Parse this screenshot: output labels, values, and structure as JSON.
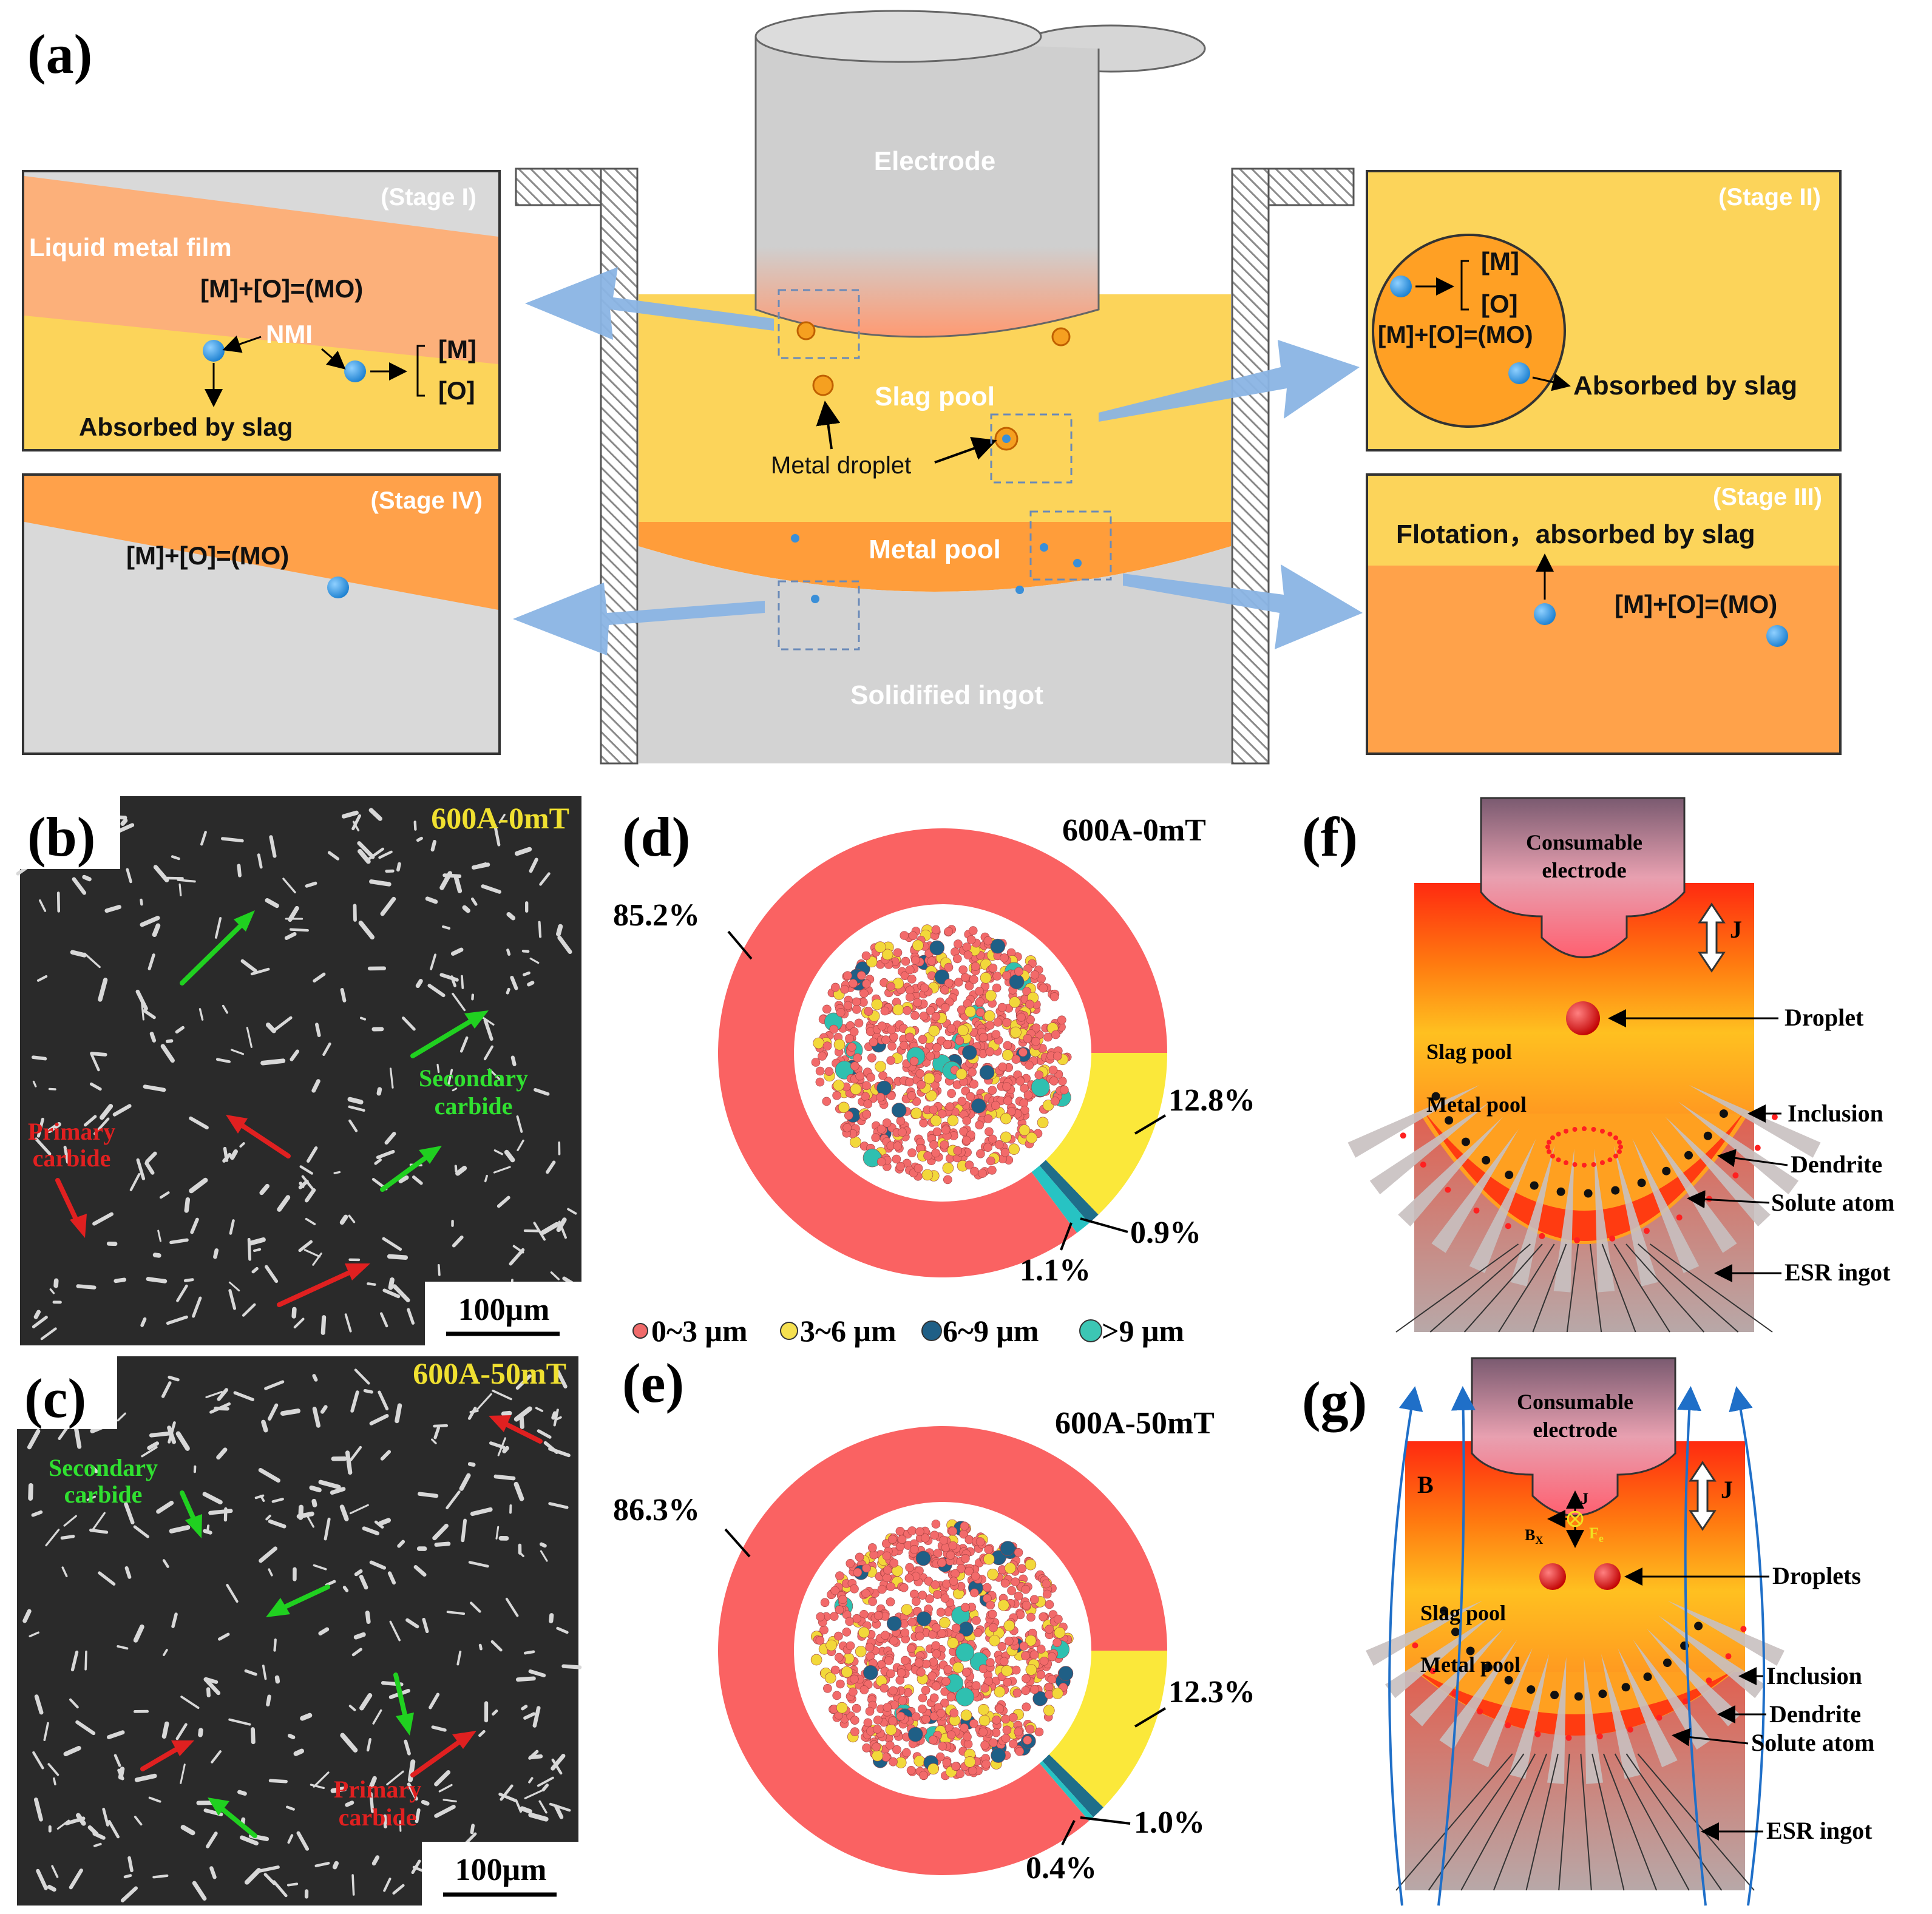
{
  "panel_labels": {
    "a": "(a)",
    "b": "(b)",
    "c": "(c)",
    "d": "(d)",
    "e": "(e)",
    "f": "(f)",
    "g": "(g)"
  },
  "panel_a": {
    "electrode": "Electrode",
    "slag_pool": "Slag pool",
    "metal_pool": "Metal pool",
    "solidified_ingot": "Solidified ingot",
    "metal_droplet": "Metal droplet",
    "stage1": {
      "title": "(Stage I)",
      "film": "Liquid metal film",
      "reaction": "[M]+[O]=(MO)",
      "nmi": "NMI",
      "m": "[M]",
      "o": "[O]",
      "absorbed": "Absorbed by slag"
    },
    "stage2": {
      "title": "(Stage II)",
      "m": "[M]",
      "o": "[O]",
      "reaction": "[M]+[O]=(MO)",
      "absorbed": "Absorbed by slag"
    },
    "stage3": {
      "title": "(Stage III)",
      "flotation": "Flotation，absorbed by slag",
      "reaction": "[M]+[O]=(MO)"
    },
    "stage4": {
      "title": "(Stage IV)",
      "reaction": "[M]+[O]=(MO)"
    }
  },
  "panel_b": {
    "condition": "600A-0mT",
    "secondary": [
      "Secondary",
      "carbide"
    ],
    "primary": [
      "Primary",
      "carbide"
    ],
    "scale": "100μm"
  },
  "panel_c": {
    "condition": "600A-50mT",
    "secondary": [
      "Secondary",
      "carbide"
    ],
    "primary": [
      "Primary",
      "carbide"
    ],
    "scale": "100μm"
  },
  "legend": [
    {
      "label": "0~3 μm",
      "color": "#f06a6a"
    },
    {
      "label": "3~6 μm",
      "color": "#f5e050"
    },
    {
      "label": "6~9 μm",
      "color": "#1f5f86"
    },
    {
      "label": ">9 μm",
      "color": "#3cc6b4"
    }
  ],
  "chart_data": [
    {
      "type": "pie",
      "title": "600A-0mT",
      "categories": [
        "0~3 μm",
        "3~6 μm",
        "6~9 μm",
        ">9 μm"
      ],
      "values": [
        85.2,
        12.8,
        0.9,
        1.1
      ],
      "labels": [
        "85.2%",
        "12.8%",
        "0.9%",
        "1.1%"
      ],
      "colors": [
        "#fa6262",
        "#fbe83a",
        "#1f6e8a",
        "#27c3c3"
      ]
    },
    {
      "type": "pie",
      "title": "600A-50mT",
      "categories": [
        "0~3 μm",
        "3~6 μm",
        "6~9 μm",
        ">9 μm"
      ],
      "values": [
        86.3,
        12.3,
        1.0,
        0.4
      ],
      "labels": [
        "86.3%",
        "12.3%",
        "1.0%",
        "0.4%"
      ],
      "colors": [
        "#fa6262",
        "#fbe83a",
        "#1f6e8a",
        "#27c3c3"
      ]
    }
  ],
  "panel_f": {
    "electrode": [
      "Consumable",
      "electrode"
    ],
    "J": "J",
    "droplet": "Droplet",
    "slag": "Slag pool",
    "metal": "Metal pool",
    "inclusion": "Inclusion",
    "dendrite": "Dendrite",
    "solute": "Solute atom",
    "ingot": "ESR ingot"
  },
  "panel_g": {
    "electrode": [
      "Consumable",
      "electrode"
    ],
    "J": "J",
    "B": "B",
    "Jsmall": "J",
    "Bx": "B",
    "Bx_sub": "X",
    "Fe": "F",
    "Fe_sub": "e",
    "droplets": "Droplets",
    "slag": "Slag pool",
    "metal": "Metal pool",
    "inclusion": "Inclusion",
    "dendrite": "Dendrite",
    "solute": "Solute atom",
    "ingot": "ESR ingot"
  }
}
